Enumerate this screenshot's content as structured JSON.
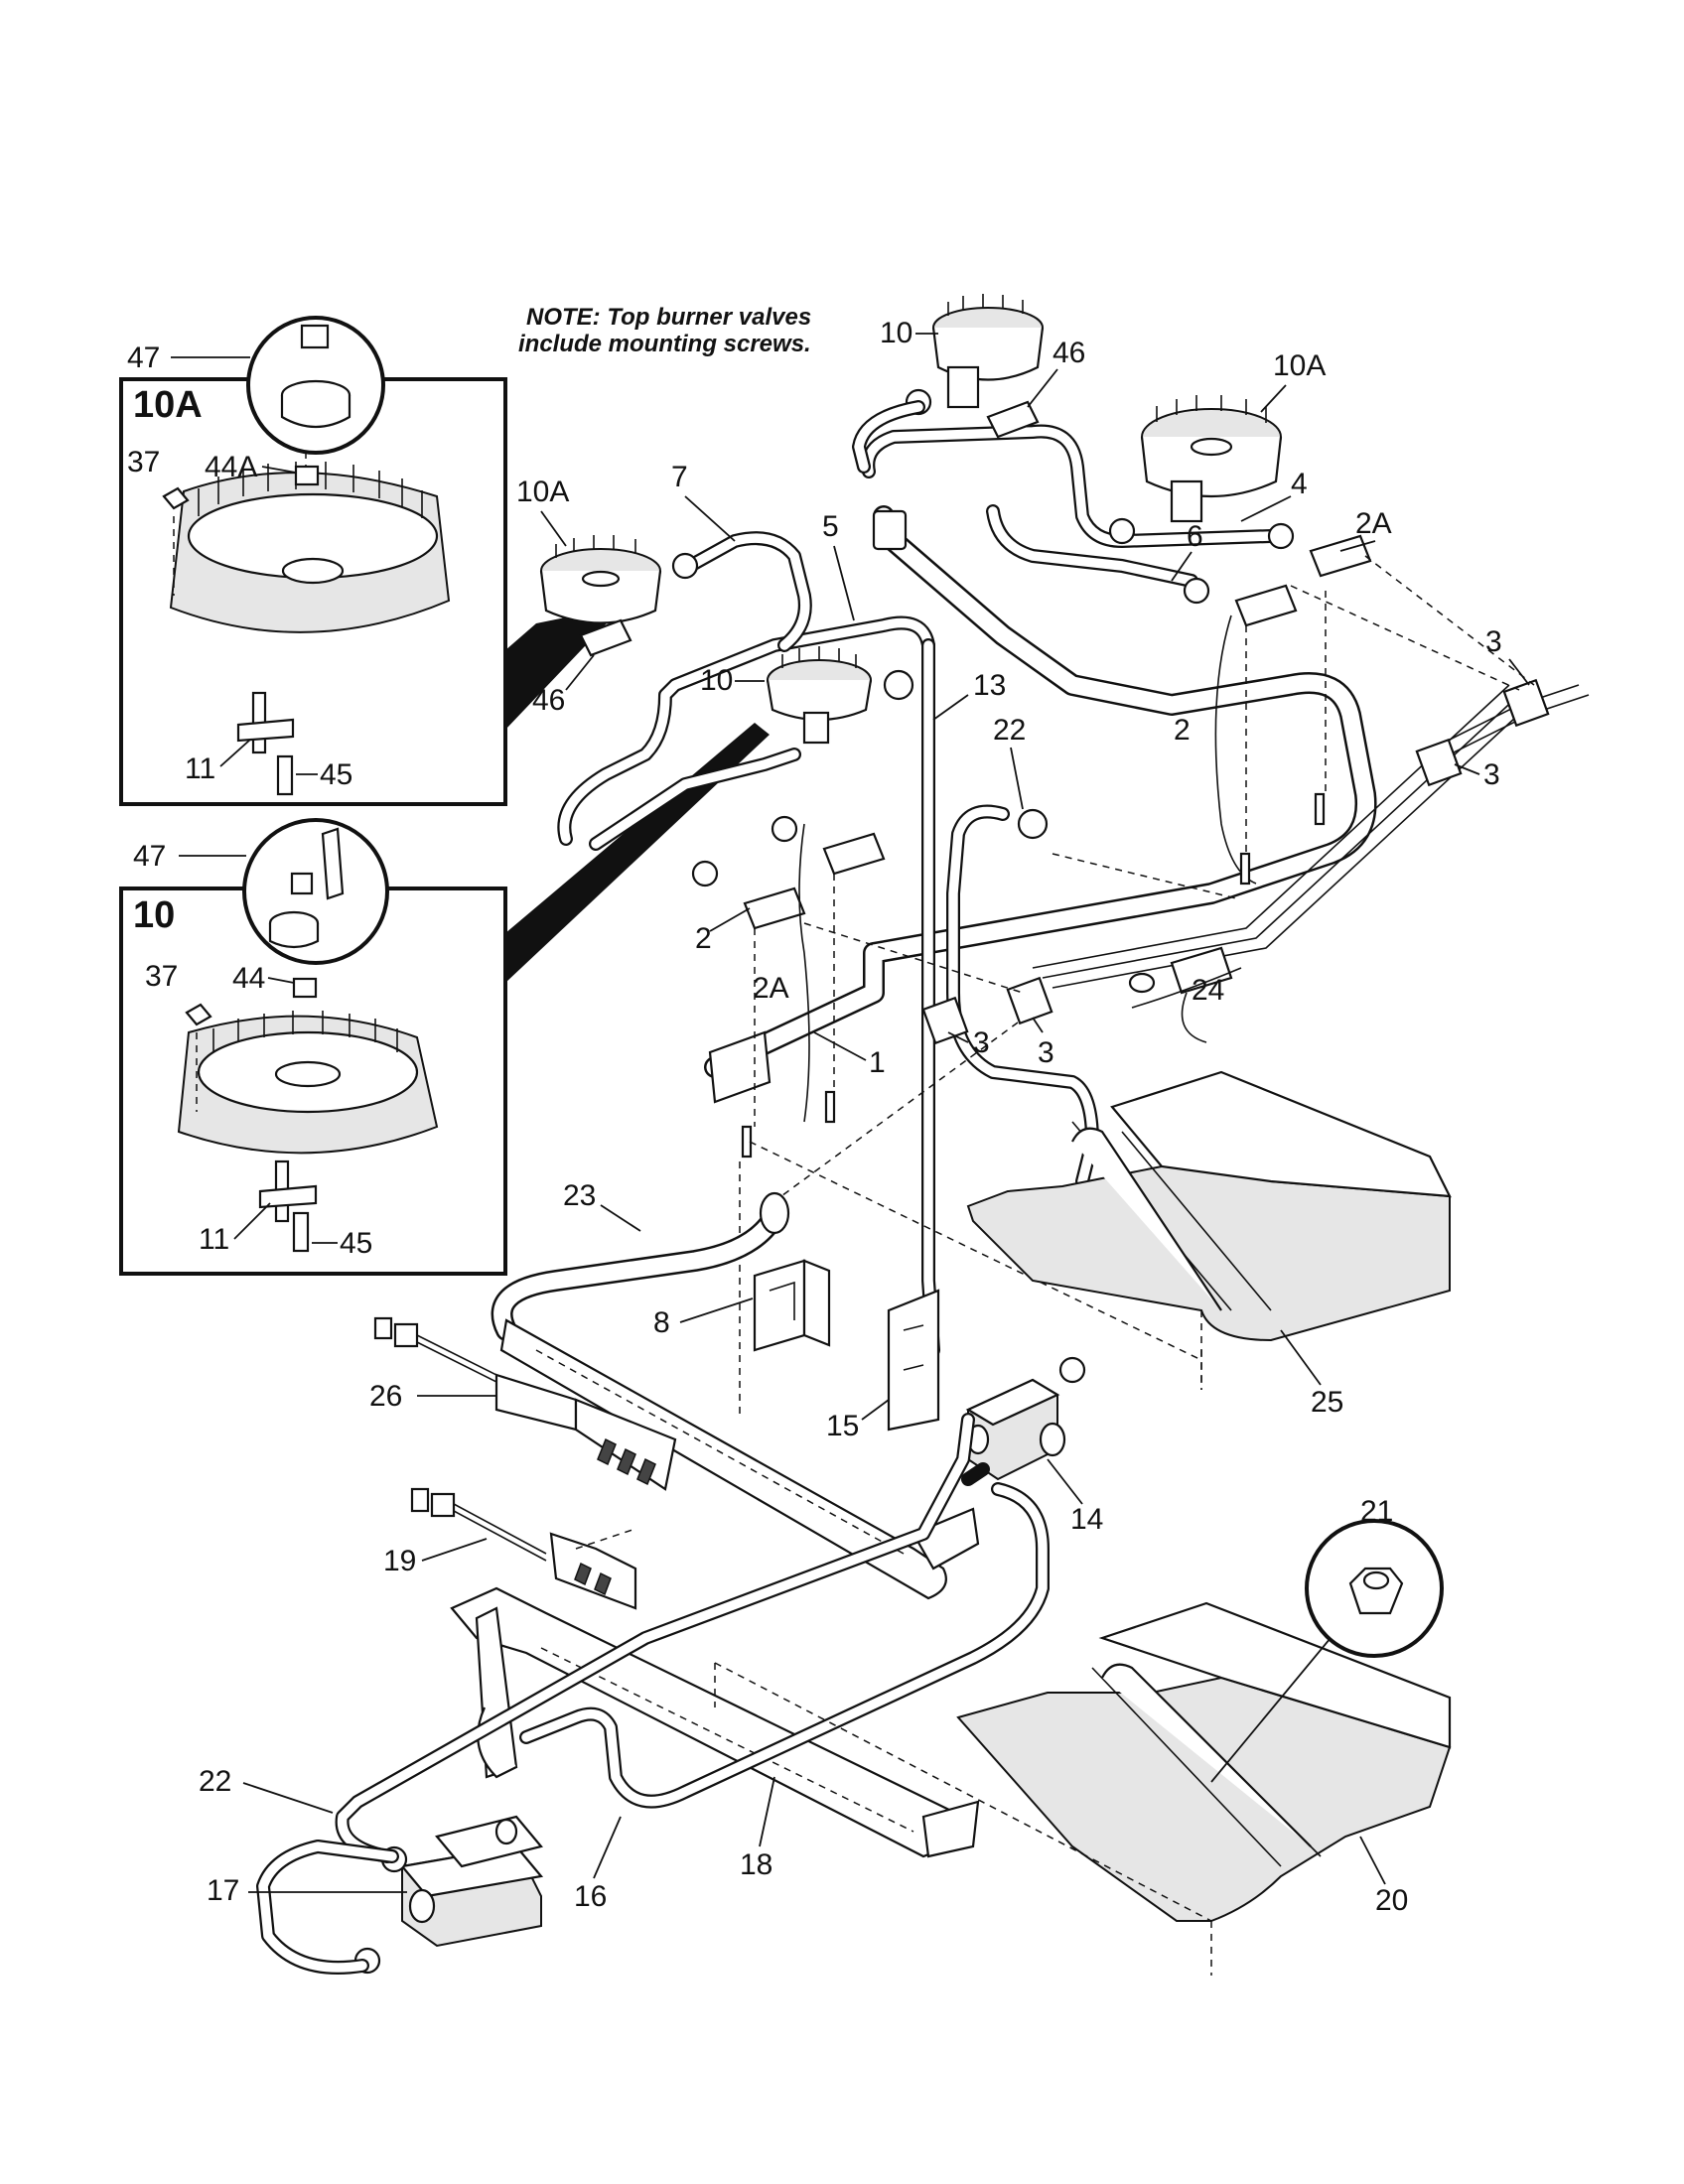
{
  "note": {
    "line1": "NOTE: Top burner valves",
    "line2": "include mounting screws."
  },
  "inset_10a": {
    "title": "10A",
    "callouts": {
      "c47": "47",
      "c37": "37",
      "c44a": "44A",
      "c11": "11",
      "c45": "45"
    }
  },
  "inset_10": {
    "title": "10",
    "callouts": {
      "c47": "47",
      "c37": "37",
      "c44": "44",
      "c11": "11",
      "c45": "45"
    }
  },
  "inset_21": {
    "callout": "21"
  },
  "callouts": {
    "p10_top": "10",
    "p46_top": "46",
    "p10a_right": "10A",
    "p4": "4",
    "p2a_right": "2A",
    "p6": "6",
    "p3_a": "3",
    "p3_b": "3",
    "p2_mid": "2",
    "p10a_mid": "10A",
    "p7": "7",
    "p5": "5",
    "p46_mid": "46",
    "p10_mid": "10",
    "p13": "13",
    "p22_top": "22",
    "p2_left": "2",
    "p2a_left": "2A",
    "p1": "1",
    "p3_c": "3",
    "p3_d": "3",
    "p24": "24",
    "p23": "23",
    "p8": "8",
    "p15": "15",
    "p14": "14",
    "p25": "25",
    "p26": "26",
    "p19": "19",
    "p22_bottom": "22",
    "p17": "17",
    "p16": "16",
    "p18": "18",
    "p20": "20"
  }
}
